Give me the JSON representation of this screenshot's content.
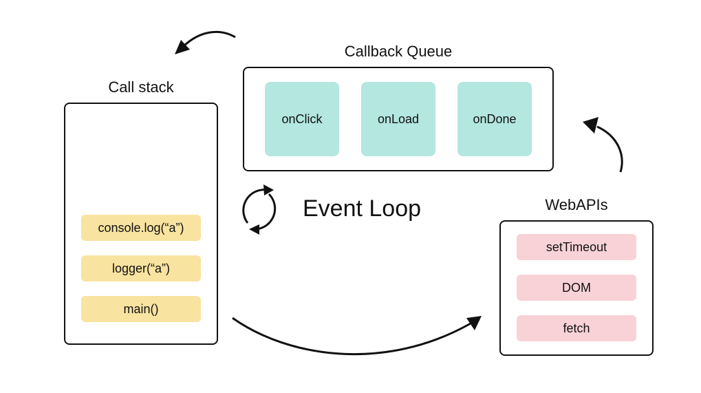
{
  "call_stack": {
    "title": "Call stack",
    "frames": [
      "console.log(“a”)",
      "logger(“a”)",
      "main()"
    ]
  },
  "callback_queue": {
    "title": "Callback Queue",
    "callbacks": [
      "onClick",
      "onLoad",
      "onDone"
    ]
  },
  "event_loop": {
    "label": "Event Loop"
  },
  "web_apis": {
    "title": "WebAPIs",
    "items": [
      "setTimeout",
      "DOM",
      "fetch"
    ]
  },
  "colors": {
    "stack_frame": "#f8e3a0",
    "queue_item": "#b3e7df",
    "web_api_item": "#f8d2d7",
    "stroke": "#111111"
  },
  "icons": [
    "cycle-icon",
    "arrow-stack-to-webapis",
    "arrow-webapis-to-queue",
    "arrow-queue-to-stack"
  ]
}
